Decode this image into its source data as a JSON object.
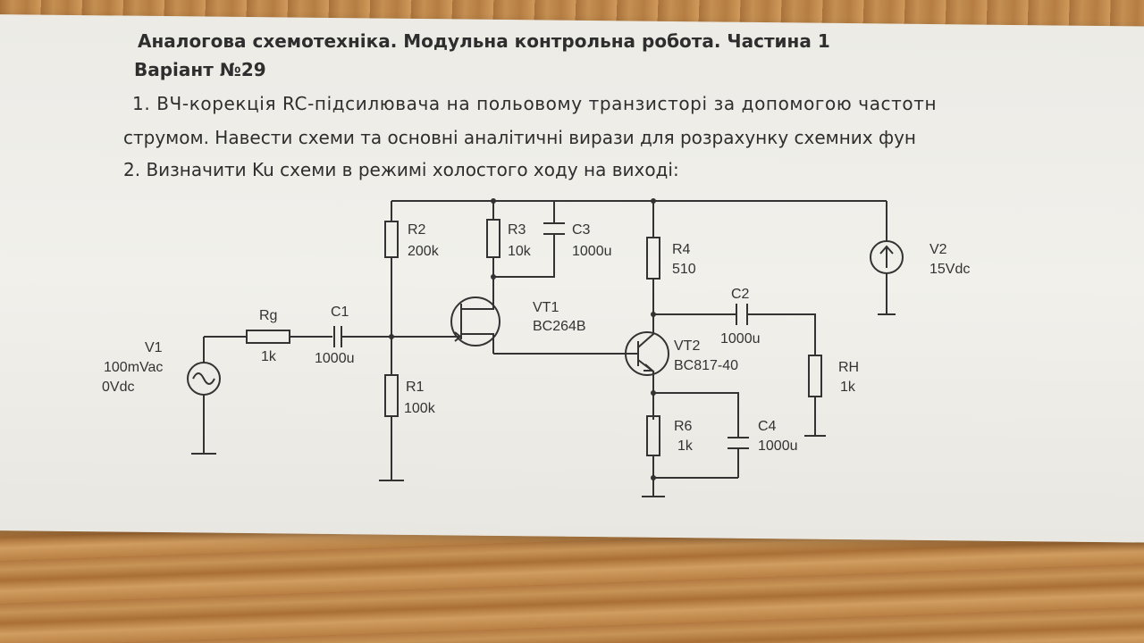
{
  "header": {
    "title": "Аналогова схемотехніка. Модульна контрольна робота. Частина 1",
    "variant": "Варіант №29"
  },
  "tasks": {
    "task1_line1": "1. ВЧ-корекція RC-підсилювача на польовому транзисторі за допомогою частотн",
    "task1_line2": "струмом. Навести схеми та основні аналітичні вирази для розрахунку схемних фун",
    "task2": "2. Визначити Ku схеми в режимі холостого ходу на виході:"
  },
  "components": {
    "v1": {
      "name": "V1",
      "ac": "100mVac",
      "dc": "0Vdc"
    },
    "rg": {
      "name": "Rg",
      "value": "1k"
    },
    "c1": {
      "name": "C1",
      "value": "1000u"
    },
    "r1": {
      "name": "R1",
      "value": "100k"
    },
    "r2": {
      "name": "R2",
      "value": "200k"
    },
    "r3": {
      "name": "R3",
      "value": "10k"
    },
    "c3": {
      "name": "C3",
      "value": "1000u"
    },
    "vt1": {
      "name": "VT1",
      "model": "BC264B"
    },
    "r4": {
      "name": "R4",
      "value": "510"
    },
    "c2": {
      "name": "C2",
      "value": "1000u"
    },
    "vt2": {
      "name": "VT2",
      "model": "BC817-40"
    },
    "r6": {
      "name": "R6",
      "value": "1k"
    },
    "c4": {
      "name": "C4",
      "value": "1000u"
    },
    "rh": {
      "name": "RН",
      "value": "1k"
    },
    "v2": {
      "name": "V2",
      "value": "15Vdc"
    }
  },
  "colors": {
    "ink": "#333333",
    "paper": "#eeede8",
    "wood": "#b9803f"
  }
}
